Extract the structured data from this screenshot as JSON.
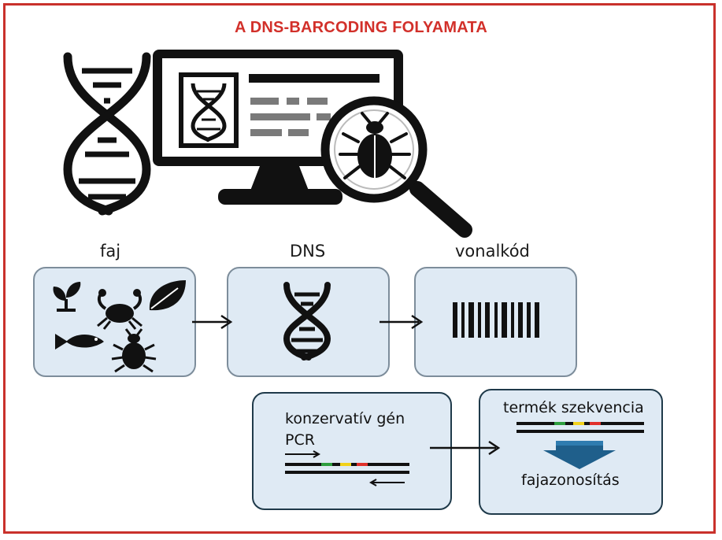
{
  "title": "A DNS-BARCODING FOLYAMATA",
  "labels": {
    "species": "faj",
    "dna": "DNS",
    "barcode": "vonalkód"
  },
  "pcr_box": {
    "line1": "konzervatív gén",
    "line2": "PCR"
  },
  "product_box": {
    "title": "termék szekvencia",
    "result": "fajazonosítás"
  },
  "icons": [
    "dna-helix-icon",
    "monitor-icon",
    "magnifier-icon",
    "bug-icon",
    "plant-icon",
    "crab-icon",
    "leaf-icon",
    "fish-icon",
    "barcode-icon",
    "arrow-icon"
  ],
  "colors": {
    "title": "#d2302a",
    "frame": "#c9312b",
    "box_fill": "#dfeaf4",
    "seq_green": "#2e9e3f",
    "seq_yellow": "#f2d21b",
    "seq_red": "#e0302b",
    "down_arrow": "#1f5f8b"
  }
}
